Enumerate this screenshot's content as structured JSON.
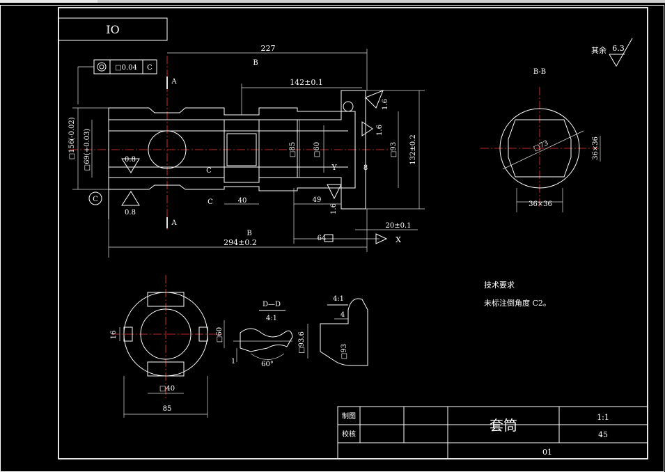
{
  "sheet": {
    "label_io": "IO",
    "roughness_rest": "其余",
    "roughness_rest_val": "6.3",
    "tech_title": "技术要求",
    "tech_item1": "未标注倒角度 C2。"
  },
  "main_view": {
    "dim_227": "227",
    "dim_142": "142±0.1",
    "dim_294": "294±0.2",
    "dim_132": "132±0.2",
    "dim_40": "40",
    "dim_49": "49",
    "dim_64": "64",
    "dim_8": "8",
    "dim_20": "20±0.1",
    "dia_85": "□85",
    "dia_60": "□60",
    "dia_93": "□93",
    "dia_156": "□156",
    "dia_156_tol": "(-0.02)",
    "dia_69": "□69(+0.03)",
    "rough_16a": "1.6",
    "rough_16b": "1.6",
    "rough_16c": "1.6",
    "rough_08a": "0.8",
    "rough_08b": "0.8",
    "tol_val": "□0.04",
    "tol_datum": "C",
    "datum_c": "C",
    "sec_a": "A",
    "sec_b": "B",
    "sec_c": "C",
    "sec_x": "X",
    "sec_y": "Y"
  },
  "section_bb": {
    "title": "B-B",
    "dim_36x36": "36×36",
    "dim_36x36_v": "36×36",
    "dia_73": "□73"
  },
  "section_aa": {
    "dim_16": "16",
    "dim_40": "□40",
    "dim_85": "85",
    "dim_60": "□60"
  },
  "detail_dd": {
    "title": "D—D",
    "scale": "4:1",
    "angle": "60°",
    "dim_1": "1"
  },
  "detail_x": {
    "scale": "4:1",
    "dim_4": "4",
    "dia_936": "□93.6",
    "dia_93": "□93"
  },
  "title_block": {
    "drawn_label": "制图",
    "check_label": "校核",
    "part_name": "套筒",
    "scale": "1:1",
    "material": "45",
    "drawing_no": "01"
  }
}
